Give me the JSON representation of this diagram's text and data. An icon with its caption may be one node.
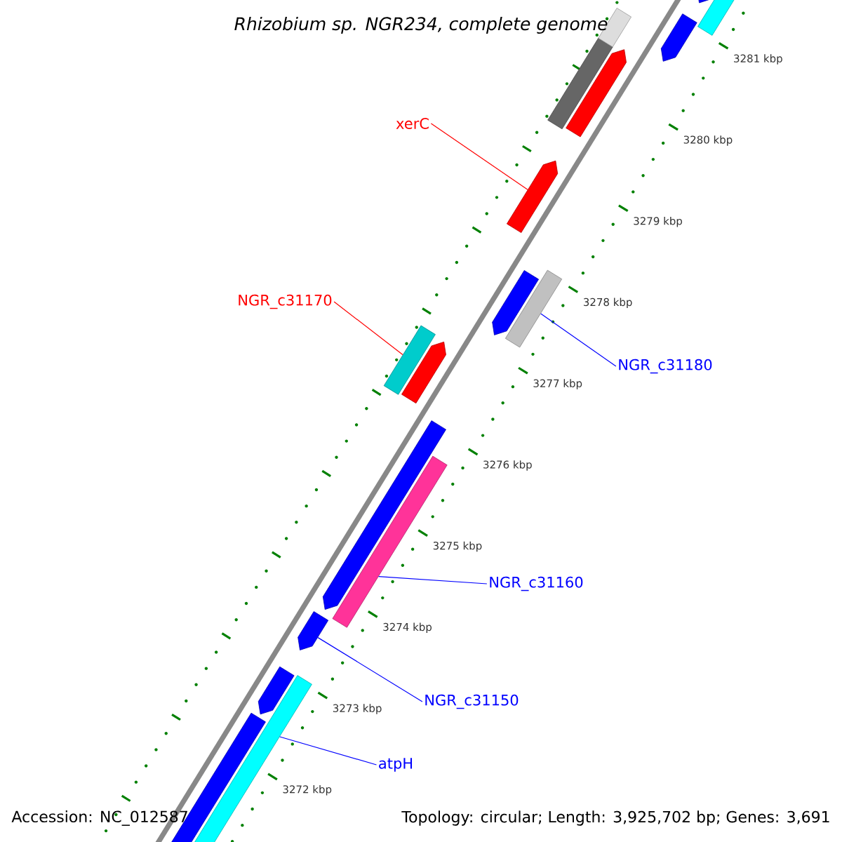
{
  "diagram": {
    "title": "Rhizobium sp. NGR234, complete genome",
    "nodes": [
      {
        "text": [
          "xerC"
        ]
      },
      {
        "text": [
          "NGR_c31170"
        ]
      },
      {
        "text": [
          "NGR_c31180"
        ]
      },
      {
        "text": [
          "NGR_c31160"
        ]
      },
      {
        "text": [
          "NGR_c31150"
        ]
      },
      {
        "text": [
          "atpH"
        ]
      },
      {
        "text": [],
        "shape": "bar"
      },
      {
        "text": [],
        "shape": "bar"
      },
      {
        "text": [],
        "shape": "bar"
      },
      {
        "text": [],
        "shape": "bar"
      },
      {
        "text": [],
        "shape": "bar"
      },
      {
        "text": [],
        "shape": "bar"
      }
    ],
    "edges": [
      {
        "from": 0,
        "to": 6,
        "arrow": "none",
        "color": "#ff0000"
      },
      {
        "from": 1,
        "to": 7,
        "arrow": "none",
        "color": "#ff0000"
      },
      {
        "from": 2,
        "to": 8,
        "arrow": "none"
      },
      {
        "from": 3,
        "to": 9,
        "arrow": "none"
      },
      {
        "from": 4,
        "to": 10,
        "arrow": "none"
      },
      {
        "from": 5,
        "to": 11,
        "arrow": "none"
      }
    ],
    "labels": [
      "3281 kbp",
      "3280 kbp",
      "3279 kbp",
      "3278 kbp",
      "3277 kbp",
      "3276 kbp",
      "3275 kbp",
      "3274 kbp",
      "3273 kbp",
      "3272 kbp",
      "Accession: NC_012587",
      "Topology: circular; Length: 3,925,702 bp; Genes: 3,691"
    ]
  }
}
